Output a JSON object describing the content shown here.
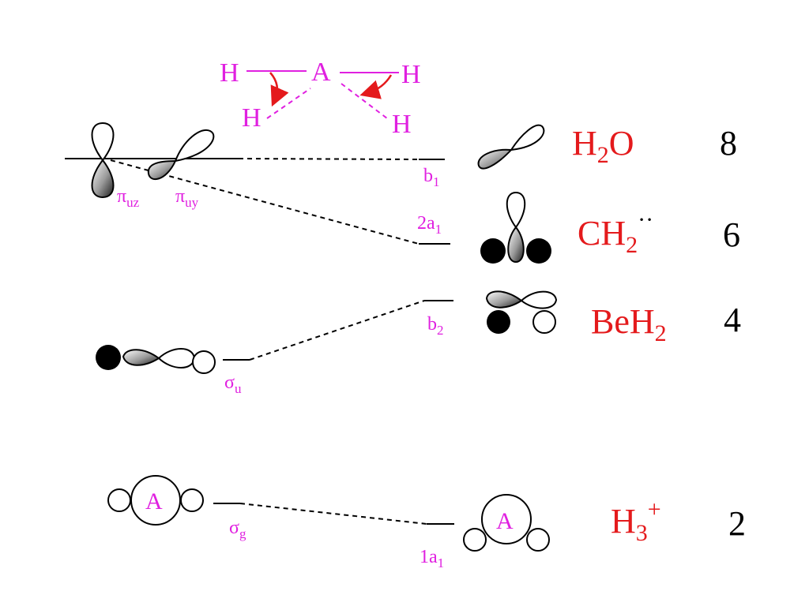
{
  "geometry": {
    "linear": [
      "H",
      "A",
      "H"
    ],
    "bent_H": [
      "H",
      "H"
    ]
  },
  "colors": {
    "magenta": "#e020e0",
    "red": "#e41a1c",
    "arrow": "#e41a1c",
    "black": "#000000"
  },
  "linear_orbitals": {
    "pi_uz": {
      "base": "π",
      "sub": "uz"
    },
    "pi_uy": {
      "base": "π",
      "sub": "uy"
    },
    "sigma_u": {
      "base": "σ",
      "sub": "u"
    },
    "sigma_g": {
      "base": "σ",
      "sub": "g"
    },
    "center_atom": "A"
  },
  "bent_orbitals": {
    "b1": {
      "base": "b",
      "sub": "1"
    },
    "a1_2": {
      "base": "2a",
      "sub": "1"
    },
    "b2": {
      "base": "b",
      "sub": "2"
    },
    "a1_1": {
      "base": "1a",
      "sub": "1"
    },
    "center_atom": "A"
  },
  "molecules": [
    {
      "name": "H2O",
      "main": "H",
      "sub": "2",
      "tail": "O",
      "sup": "",
      "electrons": "8"
    },
    {
      "name": "CH2",
      "main": "CH",
      "sub": "2",
      "tail": "",
      "sup": "··",
      "electrons": "6"
    },
    {
      "name": "BeH2",
      "main": "BeH",
      "sub": "2",
      "tail": "",
      "sup": "",
      "electrons": "4"
    },
    {
      "name": "H3+",
      "main": "H",
      "sub": "3",
      "tail": "",
      "sup": "+",
      "electrons": "2"
    }
  ]
}
